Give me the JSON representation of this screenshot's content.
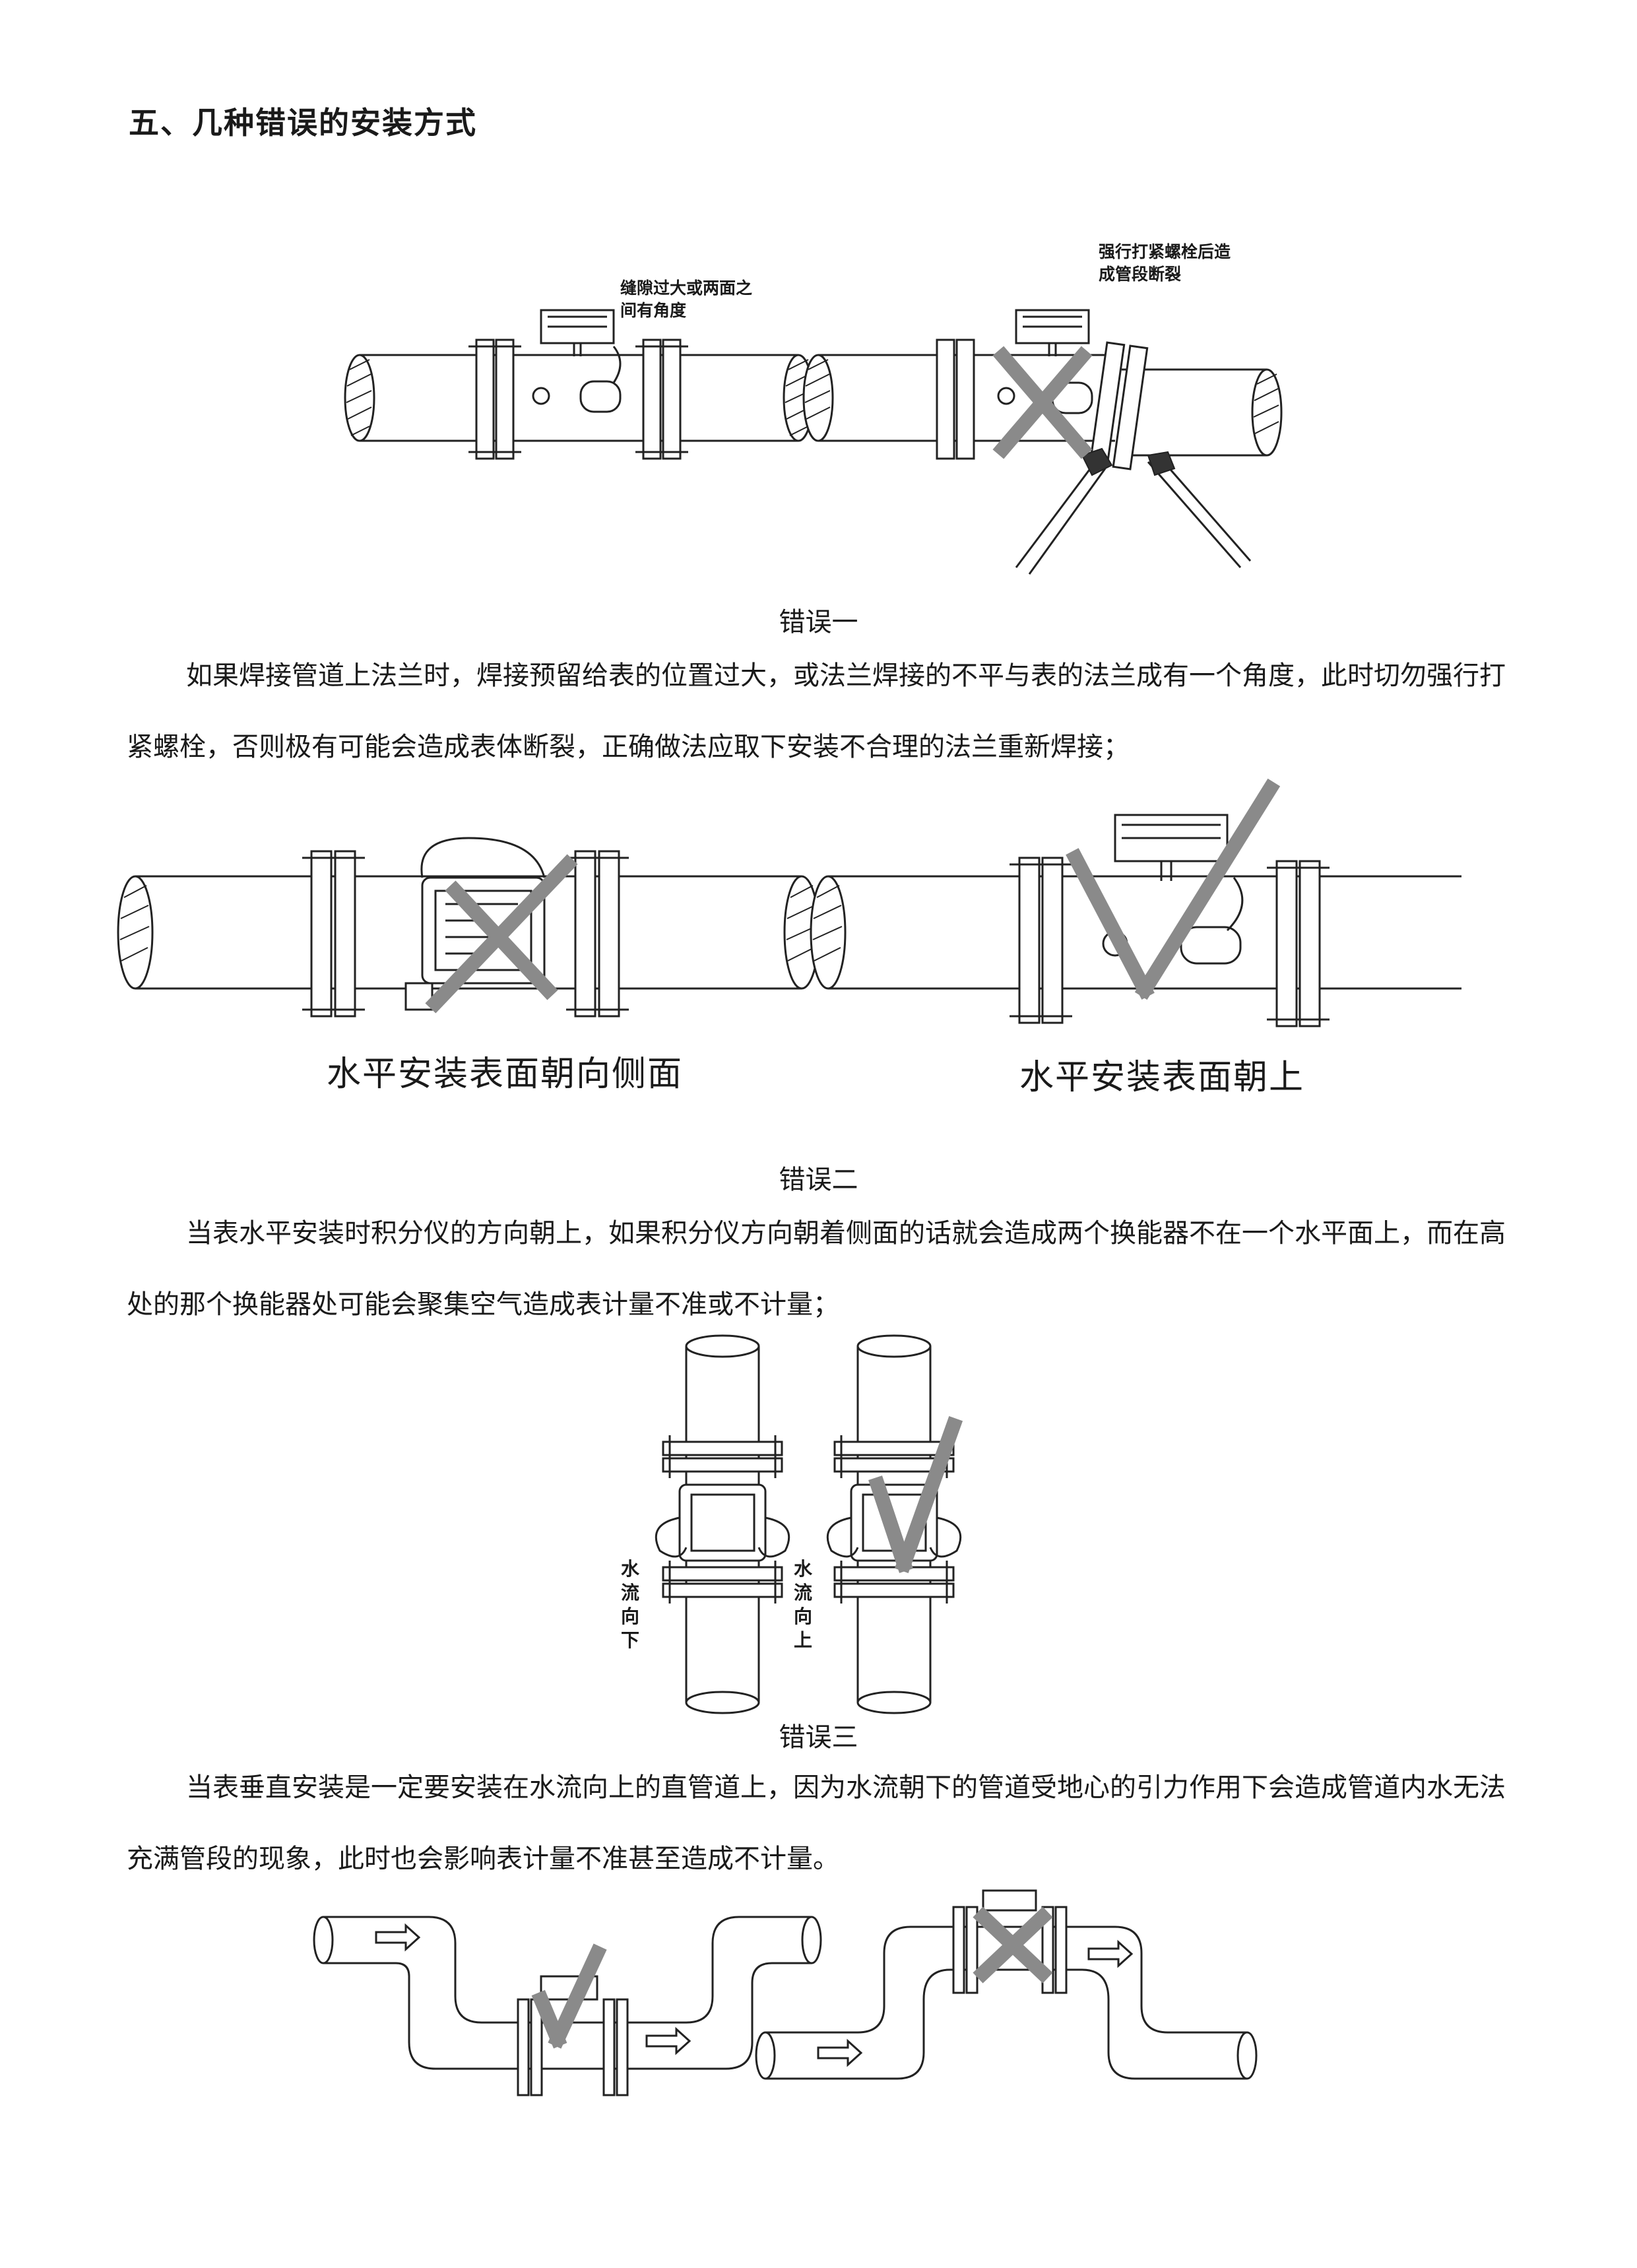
{
  "heading": "五、几种错误的安装方式",
  "error1": {
    "note_gap": "缝隙过大或两面之间有角度",
    "note_force": "强行打紧螺栓后造成管段断裂",
    "caption": "错误一",
    "paragraph": "如果焊接管道上法兰时，焊接预留给表的位置过大，或法兰焊接的不平与表的法兰成有一个角度，此时切勿强行打紧螺栓，否则极有可能会造成表体断裂，正确做法应取下安装不合理的法兰重新焊接；"
  },
  "error2": {
    "label_side": "水平安装表面朝向侧面",
    "label_up": "水平安装表面朝上",
    "caption": "错误二",
    "paragraph": "当表水平安装时积分仪的方向朝上，如果积分仪方向朝着侧面的话就会造成两个换能器不在一个水平面上，而在高处的那个换能器处可能会聚集空气造成表计量不准或不计量；"
  },
  "error3": {
    "label_down": "水流向下",
    "label_up": "水流向上",
    "caption": "错误三",
    "paragraph": "当表垂直安装是一定要安装在水流向上的直管道上，因为水流朝下的管道受地心的引力作用下会造成管道内水无法充满管段的现象，此时也会影响表计量不准甚至造成不计量。"
  },
  "colors": {
    "ink": "#1a1a1a",
    "mark": "#8a8a8a"
  },
  "icons": [
    "wrong-mark-icon",
    "correct-mark-icon",
    "flow-arrow-icon"
  ]
}
